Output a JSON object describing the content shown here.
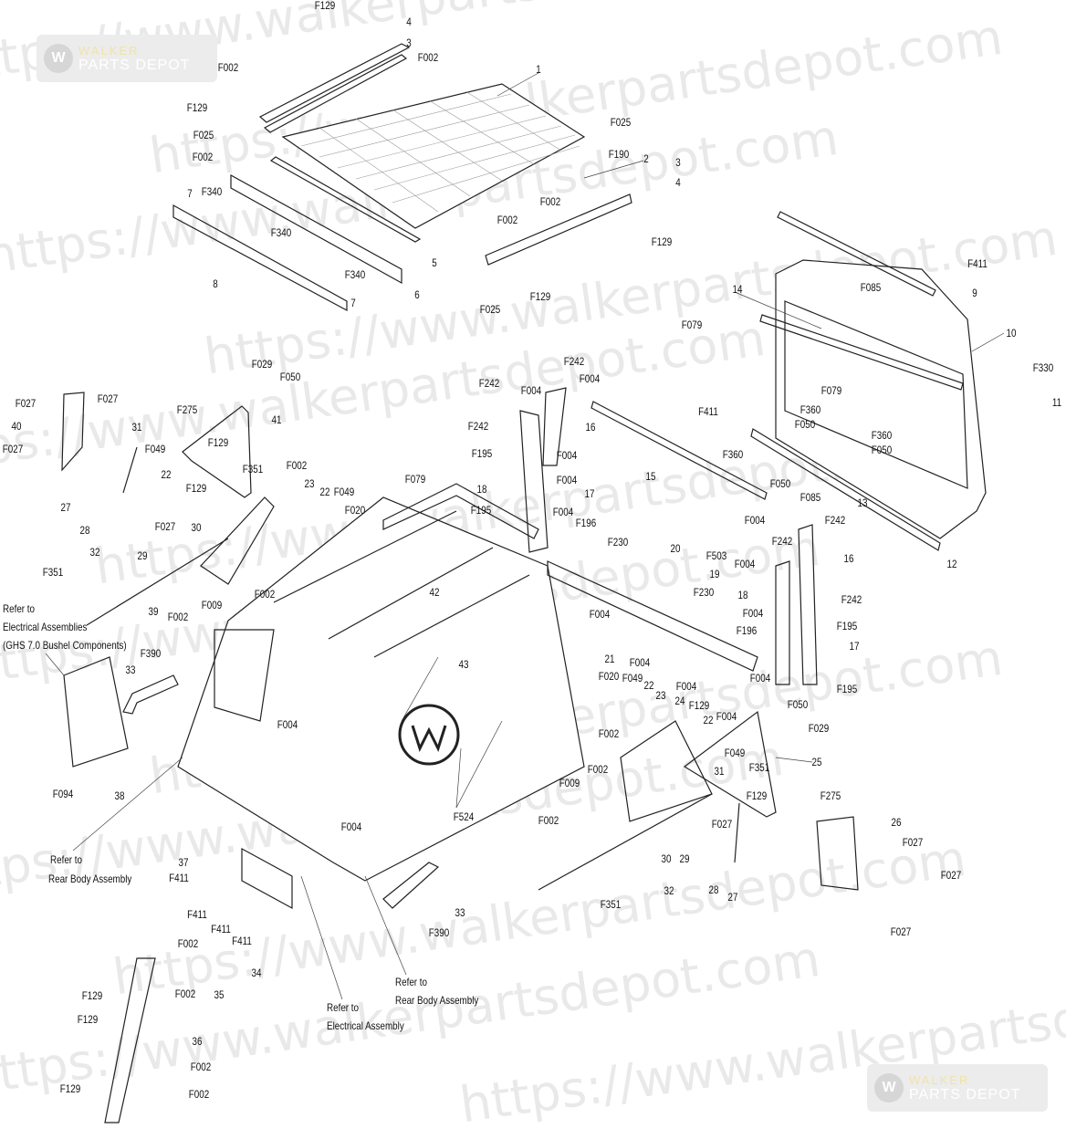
{
  "watermark": {
    "text": "https://www.walkerpartsdepot.com",
    "logo_line1": "WALKER",
    "logo_line2": "PARTS DEPOT",
    "logo_mark": "W"
  },
  "labels": [
    "F129",
    "4",
    "3",
    "F002",
    "1",
    "F002",
    "F129",
    "F025",
    "F025",
    "F002",
    "F190",
    "2",
    "3",
    "F002",
    "4",
    "7",
    "F340",
    "F002",
    "F129",
    "F340",
    "5",
    "F340",
    "8",
    "6",
    "7",
    "F129",
    "F025",
    "F411",
    "F085",
    "9",
    "14",
    "F079",
    "10",
    "F330",
    "F079",
    "11",
    "F029",
    "F050",
    "F242",
    "F004",
    "F242",
    "F004",
    "F027",
    "F027",
    "F275",
    "41",
    "40",
    "31",
    "F411",
    "F360",
    "F050",
    "F360",
    "F242",
    "16",
    "F129",
    "F049",
    "F050",
    "F027",
    "F004",
    "F195",
    "F360",
    "22",
    "F351",
    "F002",
    "15",
    "F050",
    "F004",
    "F079",
    "23",
    "17",
    "18",
    "F085",
    "22",
    "F049",
    "F129",
    "27",
    "F020",
    "F195",
    "F004",
    "13",
    "F196",
    "F004",
    "F242",
    "28",
    "F027",
    "30",
    "F242",
    "F230",
    "20",
    "16",
    "F503",
    "29",
    "32",
    "F004",
    "12",
    "19",
    "F351",
    "42",
    "F230",
    "18",
    "F242",
    "39",
    "F002",
    "F004",
    "F009",
    "F002",
    "F004",
    "F196",
    "F195",
    "Refer to",
    "Electrical Assemblies",
    "(GHS 7.0 Bushel Components)",
    "21",
    "F004",
    "43",
    "17",
    "F390",
    "33",
    "F020",
    "F049",
    "22",
    "23",
    "F004",
    "F004",
    "F195",
    "24",
    "F129",
    "F050",
    "F004",
    "22",
    "F029",
    "F004",
    "F002",
    "25",
    "F049",
    "F351",
    "F002",
    "31",
    "F009",
    "F129",
    "F275",
    "38",
    "F094",
    "F524",
    "F002",
    "F027",
    "26",
    "F004",
    "F027",
    "37",
    "Refer to",
    "Rear Body Assembly",
    "30",
    "29",
    "32",
    "28",
    "27",
    "F027",
    "F411",
    "F411",
    "F411",
    "F411",
    "33",
    "F390",
    "F351",
    "F027",
    "34",
    "F002",
    "Refer to",
    "Rear Body Assembly",
    "F129",
    "F002",
    "35",
    "Refer to",
    "Electrical Assembly",
    "F129",
    "36",
    "F002",
    "F129",
    "F002"
  ]
}
